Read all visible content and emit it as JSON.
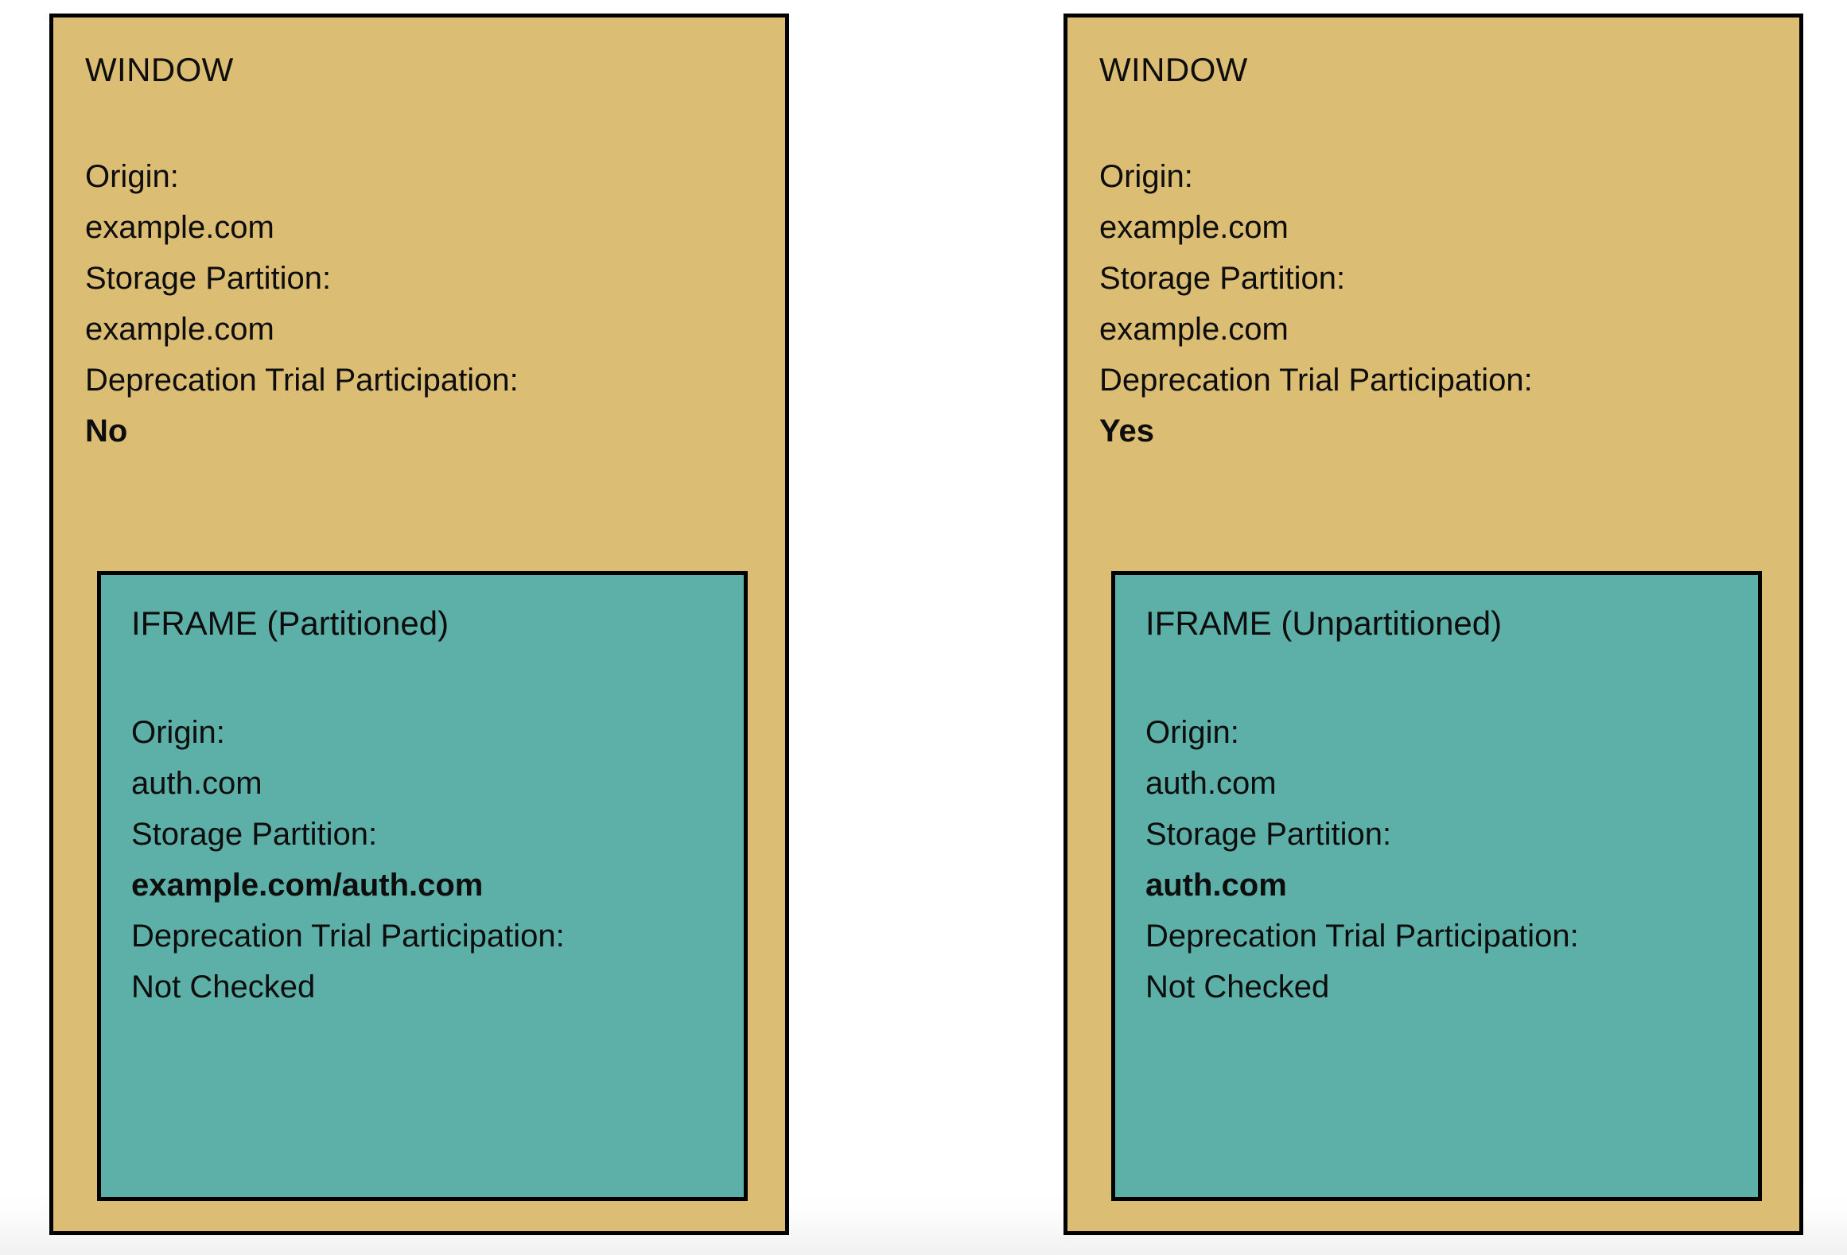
{
  "colors": {
    "window_fill": "#dcbd74",
    "iframe_fill": "#5db0a8",
    "border": "#000000",
    "text": "#0d0d0d",
    "page_background": "#ffffff"
  },
  "labels": {
    "origin": "Origin:",
    "storage_partition": "Storage Partition:",
    "deprecation_trial": "Deprecation Trial Participation:"
  },
  "panels": [
    {
      "id": "left",
      "window": {
        "title": "WINDOW",
        "origin_label": "Origin:",
        "origin_value": "example.com",
        "storage_label": "Storage Partition:",
        "storage_value": "example.com",
        "trial_label": "Deprecation Trial Participation:",
        "trial_value": "No",
        "trial_value_bold": true
      },
      "iframe": {
        "title": "IFRAME (Partitioned)",
        "origin_label": "Origin:",
        "origin_value": "auth.com",
        "storage_label": "Storage Partition:",
        "storage_value": "example.com/auth.com",
        "storage_value_bold": true,
        "trial_label": "Deprecation Trial Participation:",
        "trial_value": "Not Checked",
        "trial_value_bold": false
      }
    },
    {
      "id": "right",
      "window": {
        "title": "WINDOW",
        "origin_label": "Origin:",
        "origin_value": "example.com",
        "storage_label": "Storage Partition:",
        "storage_value": "example.com",
        "trial_label": "Deprecation Trial Participation:",
        "trial_value": "Yes",
        "trial_value_bold": true
      },
      "iframe": {
        "title": "IFRAME (Unpartitioned)",
        "origin_label": "Origin:",
        "origin_value": "auth.com",
        "storage_label": "Storage Partition:",
        "storage_value": "auth.com",
        "storage_value_bold": true,
        "trial_label": "Deprecation Trial Participation:",
        "trial_value": "Not Checked",
        "trial_value_bold": false
      }
    }
  ]
}
